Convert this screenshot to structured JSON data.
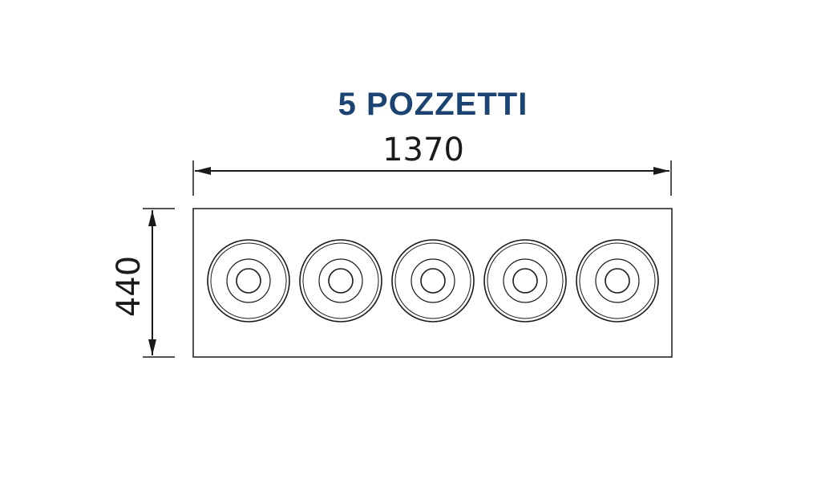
{
  "title": "5 POZZETTI",
  "title_color": "#1b4472",
  "width_dimension": "1370",
  "height_dimension": "440",
  "line_color": "#1a1a1a",
  "well_count": 5
}
